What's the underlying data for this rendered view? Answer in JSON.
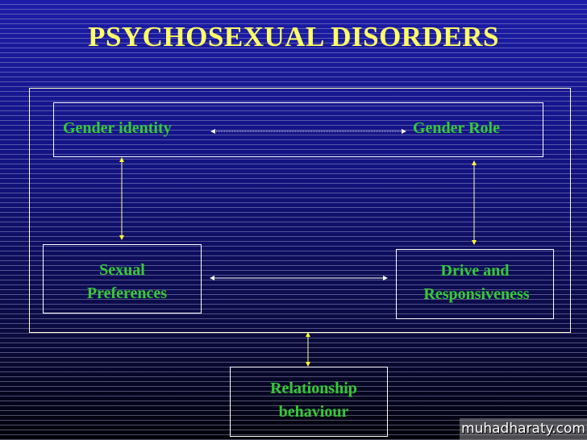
{
  "title": "PSYCHOSEXUAL DISORDERS",
  "nodes": {
    "gender_identity": "Gender identity",
    "gender_role": "Gender Role",
    "sexual_preferences": [
      "Sexual",
      "Preferences"
    ],
    "drive": [
      "Drive and",
      "Responsiveness"
    ],
    "relationship": [
      "Relationship",
      "behaviour"
    ]
  },
  "watermark": "muhadharaty.com",
  "colors": {
    "text": "#33cc33",
    "title": "#ffff66",
    "arrow_yellow": "#ffff33",
    "border": "#ffffff"
  }
}
